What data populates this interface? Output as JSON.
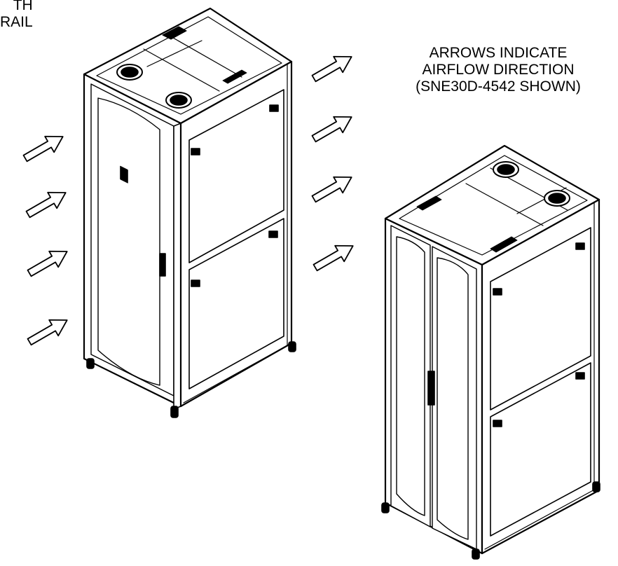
{
  "captions": {
    "top_left_line1": "TH",
    "top_left_line2": "KRAIL",
    "airflow_line1": "ARROWS INDICATE",
    "airflow_line2": "AIRFLOW DIRECTION",
    "airflow_line3": "(SNE30D-4542 SHOWN)"
  },
  "colors": {
    "stroke": "#000000",
    "fill": "#ffffff",
    "background": "#ffffff"
  },
  "icons": [
    "airflow-arrow-icon",
    "vent-fan-icon",
    "caster-icon",
    "door-handle-icon"
  ]
}
